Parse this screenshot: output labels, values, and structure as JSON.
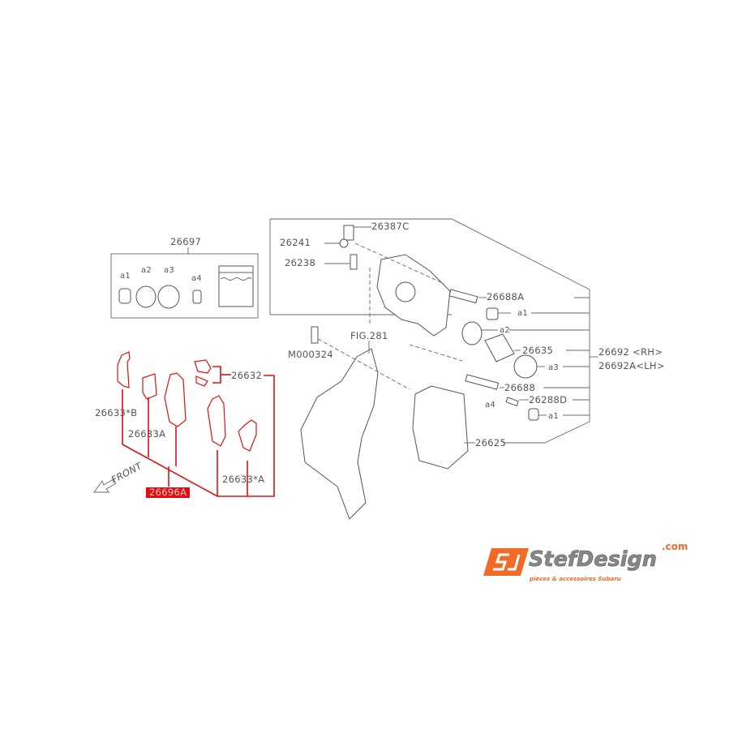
{
  "diagram": {
    "kit": {
      "number": "26697",
      "items": [
        "a1",
        "a2",
        "a3",
        "a4"
      ]
    },
    "pad_group": {
      "highlighted_part": "26696A",
      "parts": [
        "26632",
        "26633*B",
        "26633A",
        "26633*A"
      ],
      "direction_label": "FRONT",
      "highlight_color": "#e01010"
    },
    "caliper_group": {
      "labels": {
        "bolt_top": "26387C",
        "cap": "26241",
        "bleeder": "26238",
        "pin_bolt_a": "26688A",
        "boot_a1_top": "a1",
        "seal_a2": "a2",
        "piston": "26635",
        "assembly_rh": "26692 <RH>",
        "assembly_lh": "26692A<LH>",
        "seal_a3": "a3",
        "pin_bolt": "26688",
        "pin": "26288D",
        "pin_a4": "a4",
        "boot_a1_bottom": "a1",
        "support": "26625",
        "bolt_m": "M000324",
        "fig_ref": "FIG.281"
      }
    }
  },
  "logo": {
    "brand": "StefDesign",
    "domain": ".com",
    "tagline": "pièces & accessoires Subaru",
    "accent_color": "#f06a28"
  }
}
